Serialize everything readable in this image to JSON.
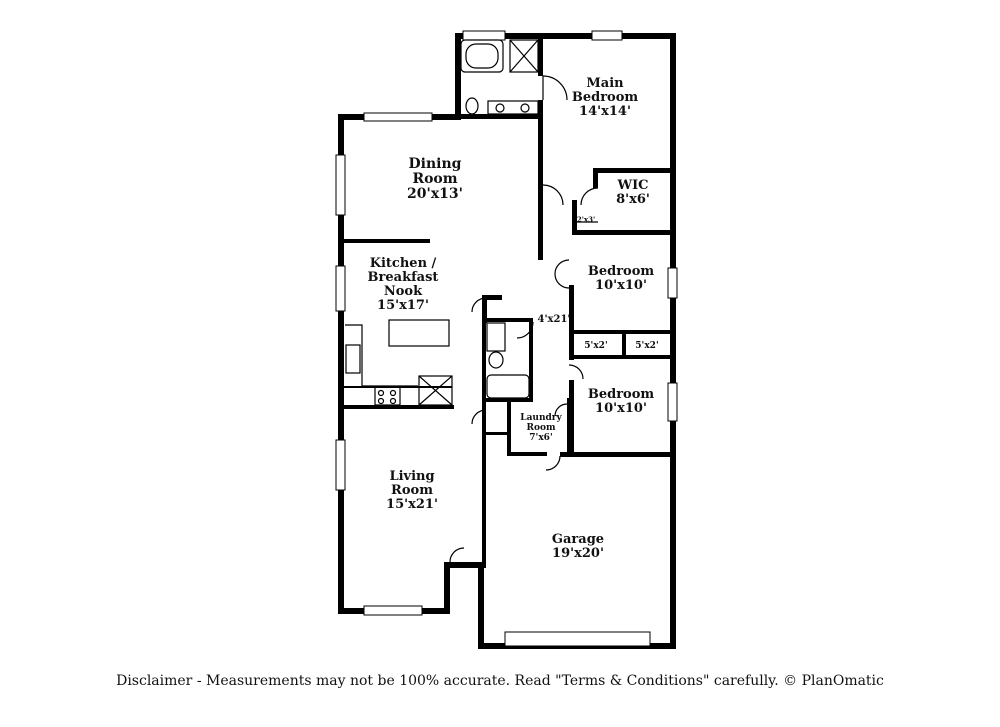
{
  "rooms": {
    "main_bedroom": {
      "name_1": "Main",
      "name_2": "Bedroom",
      "size": "14'x14'"
    },
    "wic": {
      "name": "WIC",
      "size": "8'x6'"
    },
    "closet_small": {
      "size": "2'x3'"
    },
    "dining": {
      "name": "Dining",
      "name_2": "Room",
      "size": "20'x13'"
    },
    "kitchen": {
      "name_1": "Kitchen /",
      "name_2": "Breakfast",
      "name_3": "Nook",
      "size": "15'x17'"
    },
    "bedroom_2": {
      "name": "Bedroom",
      "size": "10'x10'"
    },
    "hall": {
      "size": "4'x21'"
    },
    "closet_a": {
      "size": "5'x2'"
    },
    "closet_b": {
      "size": "5'x2'"
    },
    "bedroom_3": {
      "name": "Bedroom",
      "size": "10'x10'"
    },
    "laundry": {
      "name_1": "Laundry",
      "name_2": "Room",
      "size": "7'x6'"
    },
    "living": {
      "name": "Living",
      "name_2": "Room",
      "size": "15'x21'"
    },
    "garage": {
      "name": "Garage",
      "size": "19'x20'"
    }
  },
  "disclaimer": "Disclaimer - Measurements may not be 100% accurate. Read \"Terms & Conditions\" carefully. © PlanOmatic"
}
